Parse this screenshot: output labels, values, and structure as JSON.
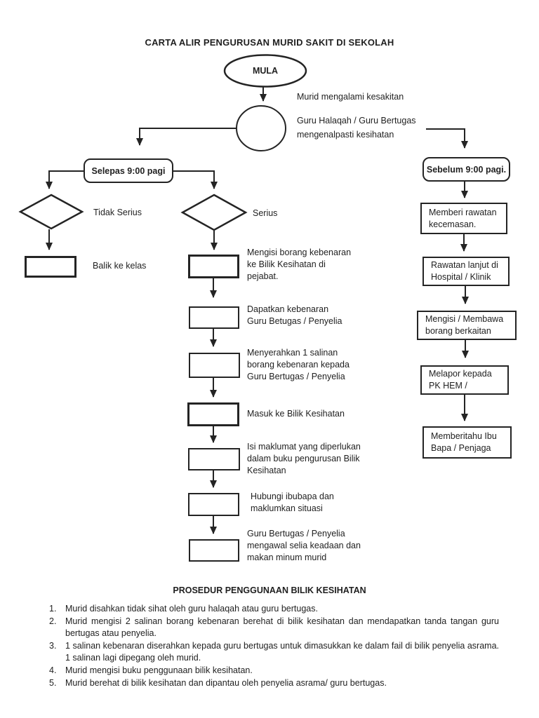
{
  "title": "CARTA ALIR PENGURUSAN MURID SAKIT DI SEKOLAH",
  "flowchart": {
    "start": "MULA",
    "note_sick": "Murid mengalami kesakitan",
    "note_identify": "Guru Halaqah / Guru Bertugas\nmengenalpasti kesihatan",
    "left": {
      "condition": "Selepas 9:00 pagi",
      "not_serious": "Tidak Serius",
      "serious": "Serius",
      "back_to_class": "Balik ke kelas",
      "steps": [
        "Mengisi borang kebenaran\nke Bilik Kesihatan di\npejabat.",
        "Dapatkan kebenaran\nGuru Betugas / Penyelia",
        "Menyerahkan 1 salinan\nborang kebenaran kepada\nGuru Bertugas / Penyelia",
        "Masuk ke Bilik Kesihatan",
        "Isi maklumat yang diperlukan\ndalam buku pengurusan Bilik\nKesihatan",
        "Hubungi ibubapa dan\nmaklumkan situasi",
        "Guru Bertugas / Penyelia\nmengawal selia keadaan dan\nmakan minum murid"
      ]
    },
    "right": {
      "condition": "Sebelum 9:00 pagi.",
      "steps": [
        "Memberi rawatan\nkecemasan.",
        "Rawatan lanjut di\nHospital / Klinik",
        "Mengisi / Membawa\nborang berkaitan",
        "Melapor kepada\nPK HEM /",
        "Memberitahu Ibu\nBapa / Penjaga"
      ]
    }
  },
  "procedure": {
    "heading": "PROSEDUR PENGGUNAAN BILIK KESIHATAN",
    "items": [
      {
        "num": "1.",
        "text": "Murid disahkan tidak sihat oleh guru halaqah atau guru bertugas."
      },
      {
        "num": "2.",
        "text": "Murid mengisi 2 salinan borang kebenaran berehat di bilik kesihatan dan mendapatkan tanda tangan guru bertugas atau penyelia."
      },
      {
        "num": "3.",
        "text": "1 salinan kebenaran diserahkan kepada guru bertugas untuk dimasukkan ke dalam fail di bilik penyelia asrama. 1 salinan lagi dipegang oleh murid."
      },
      {
        "num": "4.",
        "text": "Murid mengisi buku penggunaan bilik kesihatan."
      },
      {
        "num": "5.",
        "text": "Murid berehat di bilik kesihatan dan dipantau oleh penyelia asrama/ guru bertugas."
      }
    ]
  },
  "colors": {
    "ink": "#1f1f1f",
    "paper": "#ffffff"
  }
}
